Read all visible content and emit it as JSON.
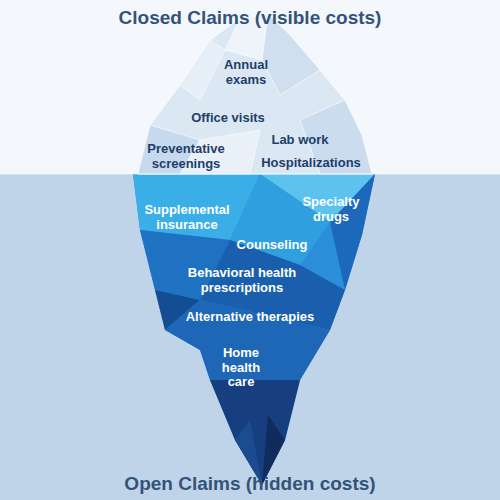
{
  "diagram": {
    "title": "Closed Claims (visible costs)",
    "caption": "Open Claims (hidden costs)",
    "labels": [
      "Annual exams",
      "Office visits",
      "Lab work",
      "Preventative screenings",
      "Hospitalizations",
      "Supplemental insurance",
      "Specialty drugs",
      "Counseling",
      "Behavioral health prescriptions",
      "Alternative therapies",
      "Home health care"
    ]
  }
}
